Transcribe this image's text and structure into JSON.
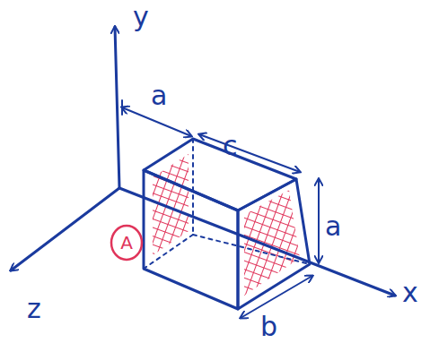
{
  "diagram": {
    "nodes": [
      {
        "text": [
          "A"
        ]
      }
    ],
    "labels": [
      "y",
      "a",
      "c",
      "a",
      "b",
      "x",
      "z"
    ]
  }
}
